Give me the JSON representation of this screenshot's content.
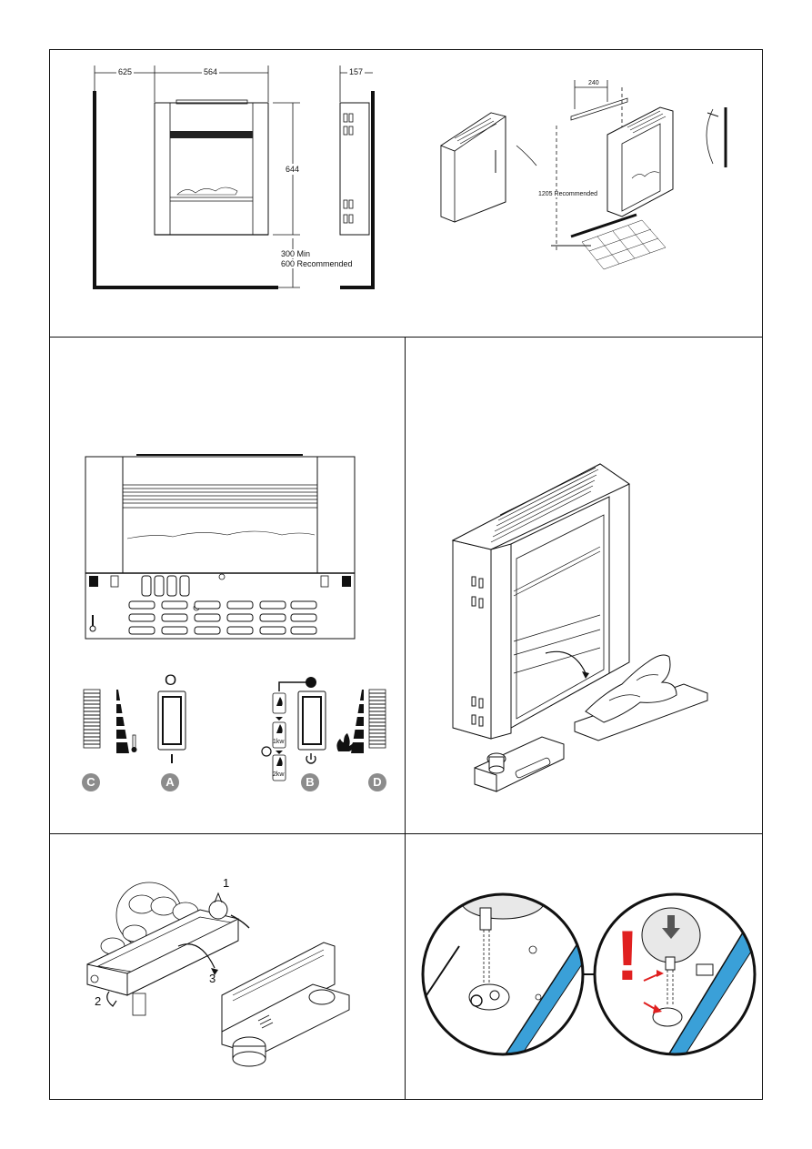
{
  "dimensions": {
    "left_clearance": "625",
    "fire_width": "564",
    "depth": "157",
    "height": "644",
    "bottom_clearance_min": "300 Min",
    "bottom_clearance_rec": "600 Recommended",
    "bracket_width": "240",
    "mount_height": "1205 Recommended"
  },
  "controls": {
    "off_symbol": "O",
    "on_symbol": "I",
    "heat_low": "1kw",
    "heat_high": "2kw",
    "labels": [
      "C",
      "A",
      "B",
      "D"
    ]
  },
  "steps": [
    "1",
    "2",
    "3"
  ],
  "warning_symbol": "!",
  "colors": {
    "highlight": "#3aa0d8",
    "warning": "#e02020",
    "badge": "#8c8c8c"
  }
}
